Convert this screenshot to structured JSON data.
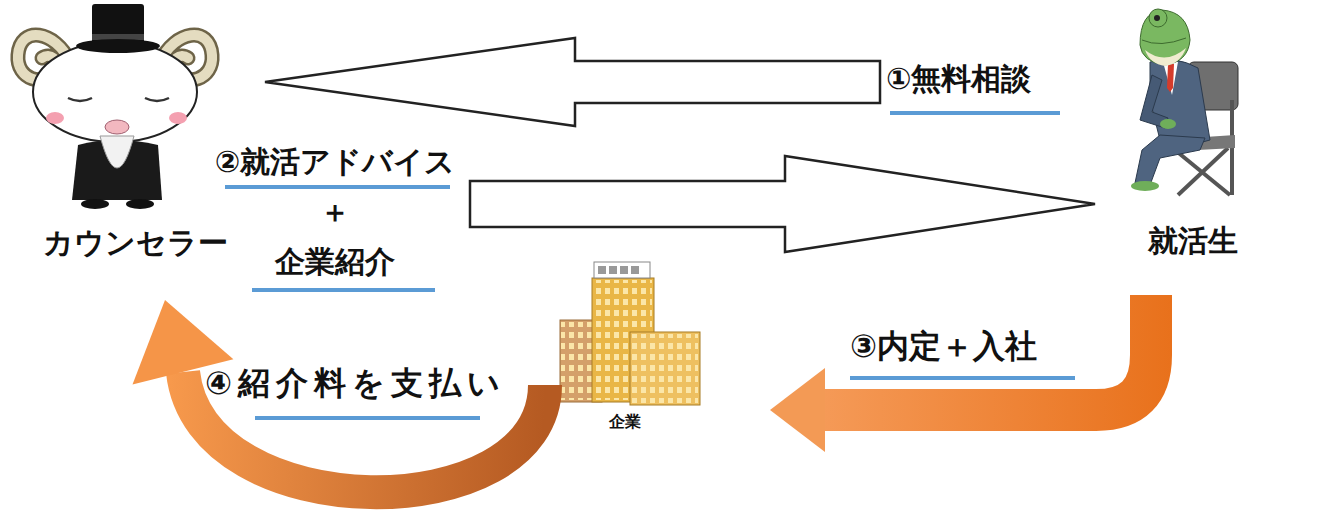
{
  "diagram": {
    "nodes": [
      {
        "text": [
          "カウンセラー"
        ]
      },
      {
        "text": [
          "就活生"
        ]
      },
      {
        "text": [
          "企業"
        ]
      }
    ],
    "edges": [
      {
        "from": 1,
        "to": 0,
        "arrow": "to",
        "label": "①無料相談"
      },
      {
        "from": 0,
        "to": 1,
        "arrow": "to",
        "label": "②就活アドバイス ＋ 企業紹介"
      },
      {
        "from": 1,
        "to": 2,
        "arrow": "to",
        "label": "③内定＋入社"
      },
      {
        "from": 2,
        "to": 0,
        "arrow": "to",
        "label": "④紹介料を支払い"
      }
    ]
  }
}
